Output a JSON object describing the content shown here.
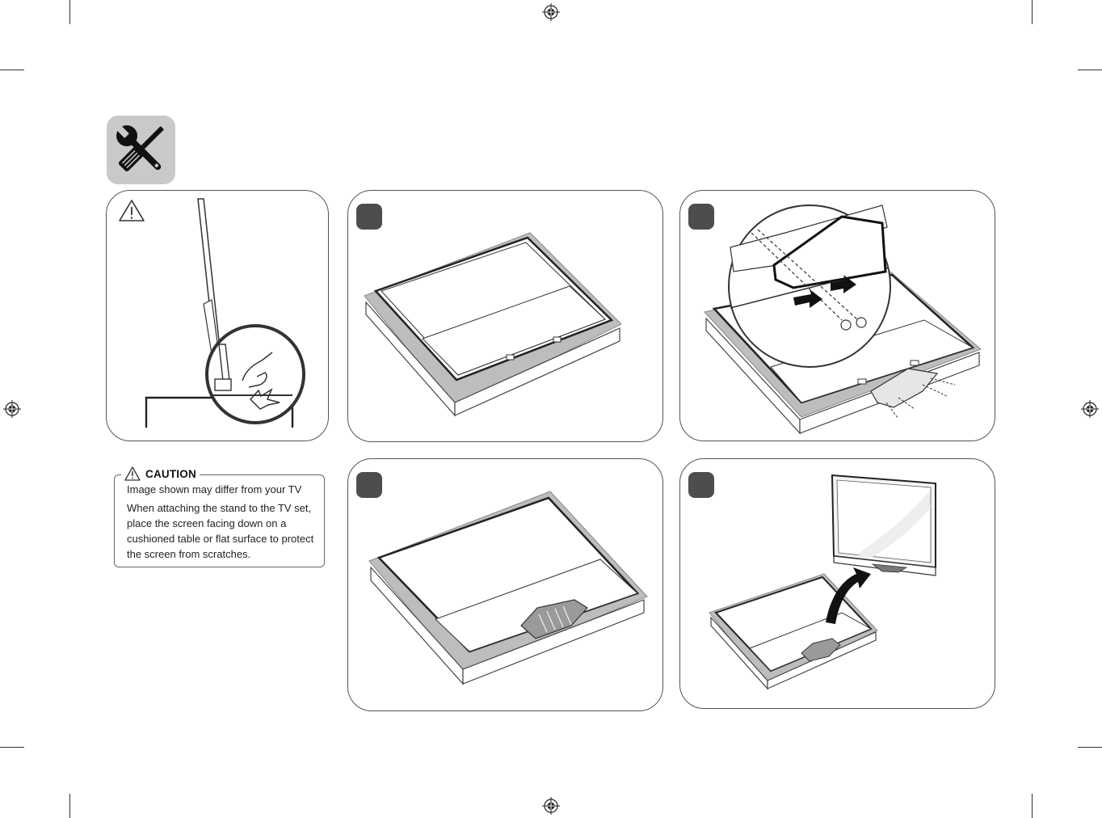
{
  "caution": {
    "title": "CAUTION",
    "line1": "Image shown may differ from your TV",
    "line2": "When attaching the stand to the TV set, place the screen facing down on a cushioned table or flat surface to protect the screen from scratches."
  },
  "icons": [
    "registration-mark",
    "tools-icon",
    "warning-triangle-icon"
  ],
  "colors": {
    "badge": "#4d4d4d",
    "tools_tile": "#c9c9c9",
    "cushion": "#bdbdbd"
  }
}
